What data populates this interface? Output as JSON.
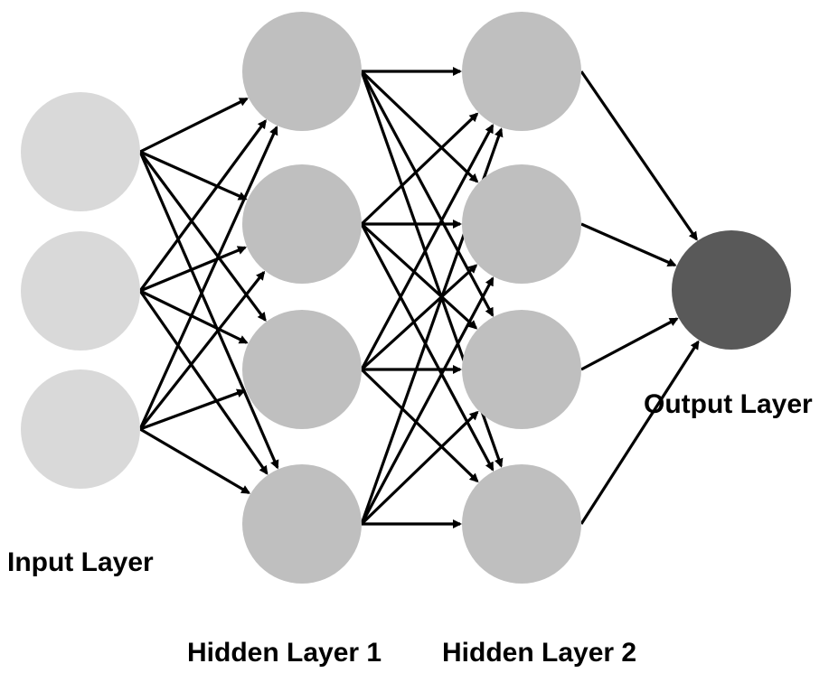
{
  "diagram": {
    "labels": {
      "input": "Input Layer",
      "hidden1": "Hidden Layer 1",
      "hidden2": "Hidden Layer 2",
      "output": "Output Layer"
    },
    "layers": [
      {
        "key": "input",
        "size": 3,
        "color": "#d9d9d9"
      },
      {
        "key": "hidden1",
        "size": 4,
        "color": "#bfbfbf"
      },
      {
        "key": "hidden2",
        "size": 4,
        "color": "#bfbfbf"
      },
      {
        "key": "output",
        "size": 1,
        "color": "#595959"
      }
    ],
    "connectivity": "fully-connected",
    "edge_color": "#000000"
  }
}
